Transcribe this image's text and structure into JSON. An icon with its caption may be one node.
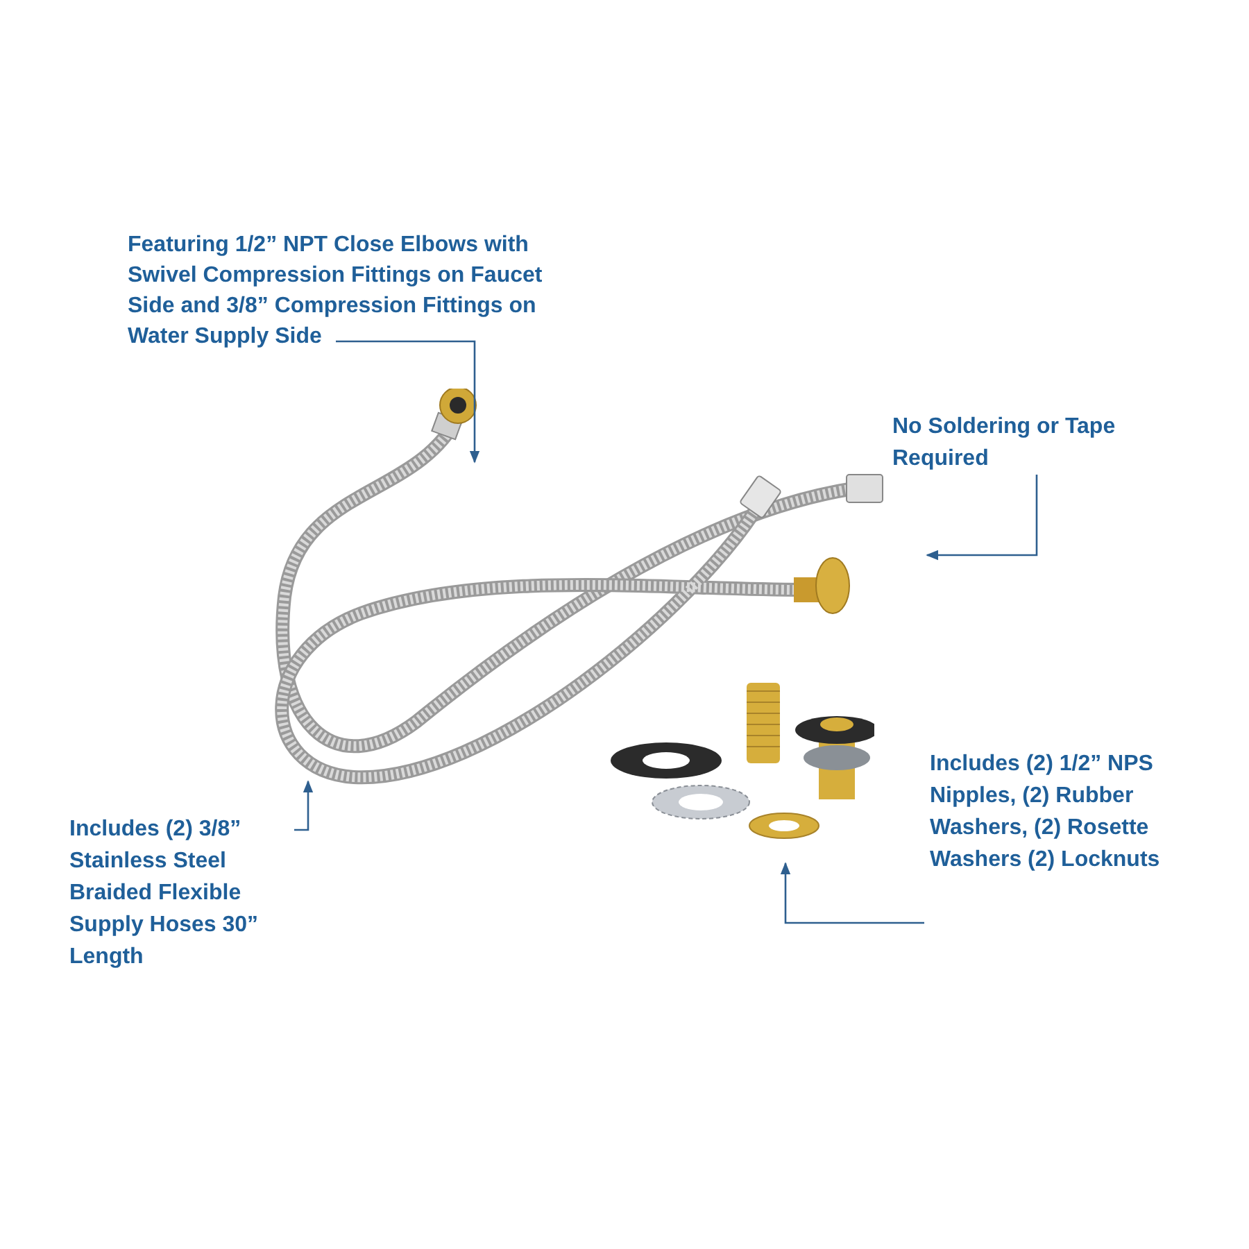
{
  "diagram": {
    "nodes": [
      {
        "text": [
          "Featuring 1/2” NPT Close Elbows with Swivel Compression Fittings on Faucet Side and 3/8” Compression Fittings on Water Supply Side"
        ]
      },
      {
        "text": [
          "No Soldering or Tape Required"
        ]
      },
      {
        "text": [
          "Includes (2) 3/8” Stainless Steel Braided Flexible Supply Hoses 30” Length"
        ]
      },
      {
        "text": [
          "Includes (2) 1/2” NPS Nipples, (2) Rubber Washers, (2) Rosette Washers (2) Locknuts"
        ]
      },
      {
        "text": [],
        "shape": "picture"
      },
      {
        "text": [],
        "shape": "picture"
      }
    ],
    "edges": [
      {
        "from": 0,
        "to": 4,
        "arrow": "to"
      },
      {
        "from": 1,
        "to": 4,
        "arrow": "to"
      },
      {
        "from": 2,
        "to": 4,
        "arrow": "to"
      },
      {
        "from": 3,
        "to": 5,
        "arrow": "to"
      }
    ]
  }
}
